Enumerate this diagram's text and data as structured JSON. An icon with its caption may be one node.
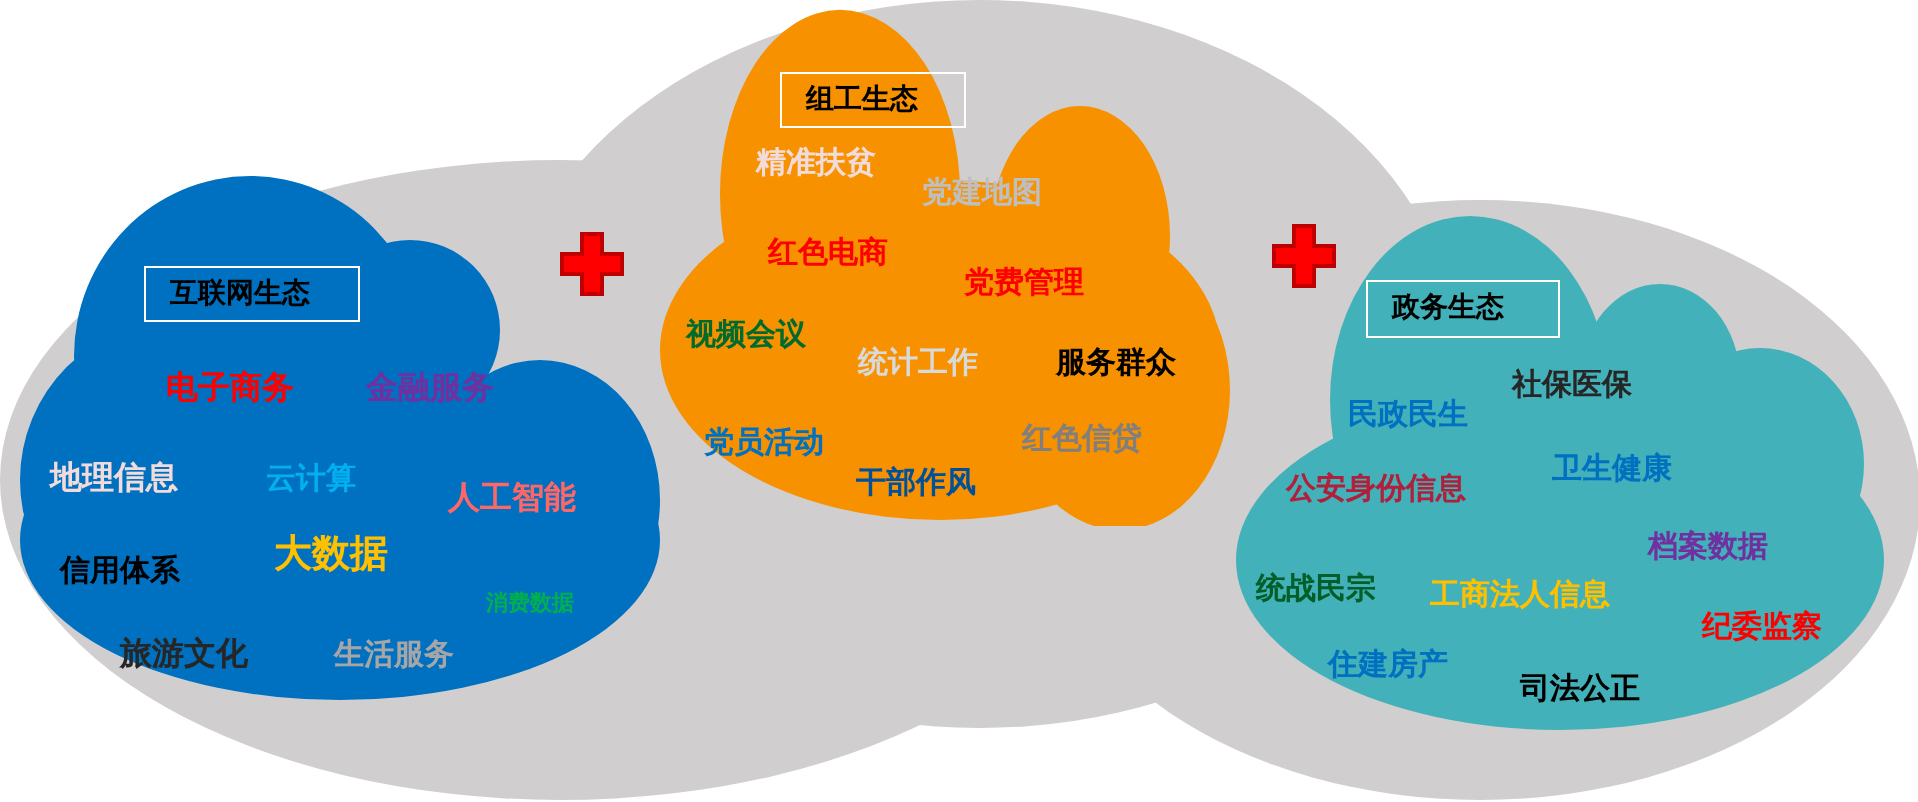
{
  "diagram": {
    "nodes": [
      {
        "text": [
          "互联网生态",
          "电子商务",
          "金融服务",
          "地理信息",
          "云计算",
          "人工智能",
          "信用体系",
          "大数据",
          "消费数据",
          "旅游文化",
          "生活服务"
        ]
      },
      {
        "text": [
          "组工生态",
          "精准扶贫",
          "党建地图",
          "红色电商",
          "党费管理",
          "视频会议",
          "统计工作",
          "服务群众",
          "党员活动",
          "红色信贷",
          "干部作风"
        ]
      },
      {
        "text": [
          "政务生态",
          "社保医保",
          "民政民生",
          "卫生健康",
          "公安身份信息",
          "档案数据",
          "统战民宗",
          "工商法人信息",
          "纪委监察",
          "住建房产",
          "司法公正"
        ]
      }
    ]
  }
}
